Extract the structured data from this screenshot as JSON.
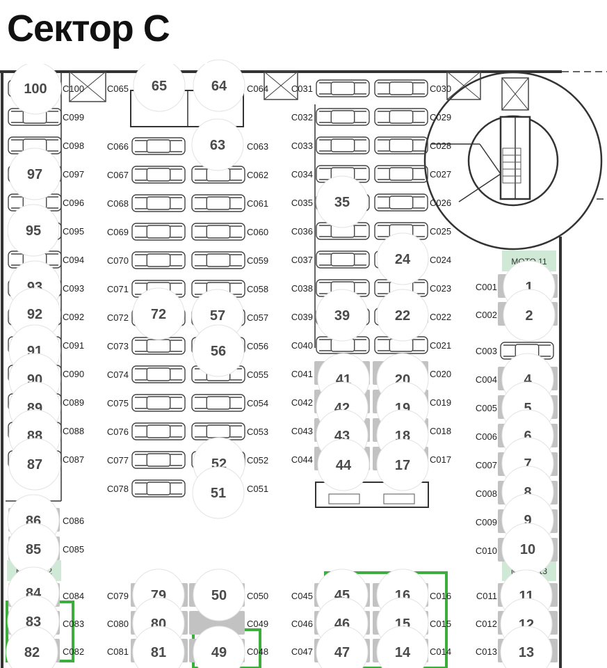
{
  "title": "Сектор С",
  "moto_zones": [
    "МОТО 11",
    "МОТО 12",
    "МОТО 13"
  ],
  "colors": {
    "badge_fill": "#ffffff",
    "badge_text": "#4a4a4a",
    "spot_bar": "#c2c2c2",
    "moto_fill": "#cfe9d6",
    "highlight": "#3dae3d"
  },
  "codes": {
    "col_left": [
      "C100",
      "C099",
      "C098",
      "C097",
      "C096",
      "C095",
      "C094",
      "C093",
      "C092",
      "C091",
      "C090",
      "C089",
      "C088",
      "C087",
      "C086",
      "C085",
      "C084",
      "C083",
      "C082"
    ],
    "col_b_left": [
      "C065",
      "C066",
      "C067",
      "C068",
      "C069",
      "C070",
      "C071",
      "C072",
      "C073",
      "C074",
      "C075",
      "C076",
      "C077",
      "C078",
      "C079",
      "C080",
      "C081"
    ],
    "col_b_right": [
      "C064",
      "C063",
      "C062",
      "C061",
      "C060",
      "C059",
      "C058",
      "C057",
      "C056",
      "C055",
      "C054",
      "C053",
      "C052",
      "C051",
      "C050",
      "C049",
      "C048"
    ],
    "col_c_left": [
      "C031",
      "C032",
      "C033",
      "C034",
      "C035",
      "C036",
      "C037",
      "C038",
      "C039",
      "C040",
      "C041",
      "C042",
      "C043",
      "C044",
      "C045",
      "C046",
      "C047"
    ],
    "col_c_right": [
      "C030",
      "C029",
      "C028",
      "C027",
      "C026",
      "C025",
      "C024",
      "C023",
      "C022",
      "C021",
      "C020",
      "C019",
      "C018",
      "C017",
      "C016",
      "C015",
      "C014"
    ],
    "col_right": [
      "C001",
      "C002",
      "C003",
      "C004",
      "C005",
      "C006",
      "C007",
      "C008",
      "C009",
      "C010",
      "C011",
      "C012",
      "C013"
    ]
  },
  "badges": [
    "100",
    "97",
    "95",
    "93",
    "92",
    "91",
    "90",
    "89",
    "88",
    "87",
    "86",
    "85",
    "84",
    "83",
    "82",
    "65",
    "64",
    "63",
    "72",
    "57",
    "56",
    "52",
    "51",
    "79",
    "50",
    "80",
    "81",
    "49",
    "35",
    "24",
    "39",
    "22",
    "41",
    "20",
    "42",
    "19",
    "43",
    "18",
    "44",
    "17",
    "45",
    "16",
    "46",
    "15",
    "47",
    "14",
    "1",
    "2",
    "4",
    "5",
    "6",
    "7",
    "8",
    "9",
    "10",
    "11",
    "12",
    "13"
  ]
}
